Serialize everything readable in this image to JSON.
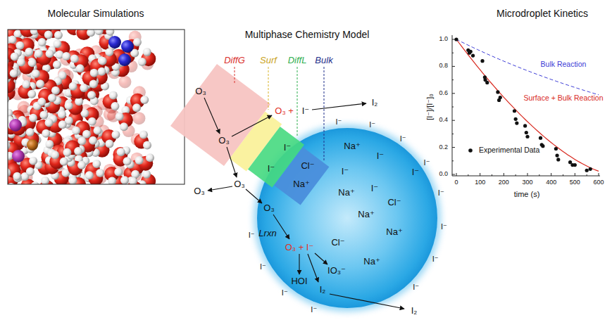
{
  "diagram": {
    "nodes": [
      {
        "text": [
          "O₃",
          "O₃"
        ]
      },
      {
        "text": [
          "Na⁺",
          "I⁻",
          "I⁻",
          "Na⁺",
          "I⁻",
          "Cl⁻",
          "I⁻",
          "Na⁺",
          "Na⁺",
          "Cl⁻",
          "Na⁺",
          "IO₃⁻",
          "O₃",
          "Lrxn",
          "O₃ + I⁻",
          "HOI",
          "I₂"
        ]
      },
      {
        "text": [
          "I⁻",
          "I⁻"
        ]
      },
      {
        "text": [
          "Cl⁻",
          "Na⁺"
        ],
        "in": 1
      }
    ],
    "labels": [
      "Molecular Simulations",
      "Multiphase Chemistry Model",
      "Microdroplet Kinetics",
      "DiffG",
      "Surf",
      "DiffL",
      "Bulk",
      "O₃",
      "+",
      "I⁻",
      "I₂",
      "O₃",
      "O₃",
      "I₂",
      "I⁻",
      "I⁻",
      "I⁻",
      "I⁻",
      "I⁻",
      "I⁻",
      "I⁻",
      "I⁻",
      "I⁻",
      "I⁻",
      "I⁻",
      "I⁻",
      "1.0",
      "0.8",
      "0.6",
      "0.4",
      "0.2",
      "0.0",
      "0",
      "100",
      "200",
      "300",
      "400",
      "500",
      "600",
      "[I⁻]/[I⁻]₀",
      "time (s)",
      "Bulk Reaction",
      "Surface + Bulk Reaction"
    ],
    "legend": [
      {
        "text": "Experimental Data"
      }
    ]
  }
}
